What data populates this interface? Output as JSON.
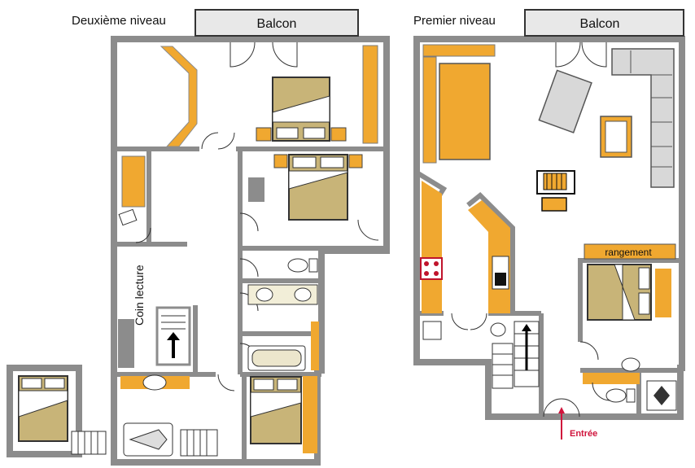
{
  "floors": {
    "second": {
      "title": "Deuxième niveau",
      "balcony": "Balcon",
      "reading_corner": "Coin lecture"
    },
    "first": {
      "title": "Premier niveau",
      "balcony": "Balcon",
      "storage": "rangement",
      "entrance": "Entrée"
    }
  },
  "colors": {
    "wall": "#8c8c8c",
    "wood": "#f0a830",
    "bed": "#c8b478",
    "furniture_grey": "#b8b8b8",
    "balcony_fill": "#e8e8e8",
    "entrance_red": "#d0143c"
  }
}
